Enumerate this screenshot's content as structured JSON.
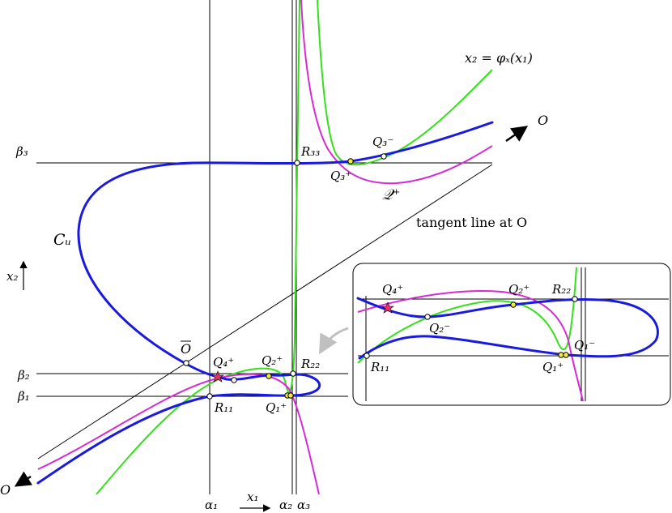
{
  "labels": {
    "curve_phi": "x₂ = φₓ(x₁)",
    "O_top": "O",
    "O_bottom": "O",
    "O_bar": "O",
    "beta1": "β₁",
    "beta2": "β₂",
    "beta3": "β₃",
    "alpha1": "α₁",
    "alpha2": "α₂",
    "alpha3": "α₃",
    "x1_axis": "x₁",
    "x2_axis": "x₂",
    "Cu": "Cᵤ",
    "Qplus_set": "𝒬⁺",
    "tangent": "tangent line at O",
    "R11": "R₁₁",
    "R22": "R₂₂",
    "R33": "R₃₃",
    "Q1p": "Q₁⁺",
    "Q2p": "Q₂⁺",
    "Q3p": "Q₃⁺",
    "Q3m": "Q₃⁻",
    "Q4p": "Q₄⁺",
    "inset_Q4p": "Q₄⁺",
    "inset_Q2p": "Q₂⁺",
    "inset_Q2m": "Q₂⁻",
    "inset_R22": "R₂₂",
    "inset_R11": "R₁₁",
    "inset_Q1p": "Q₁⁺",
    "inset_Q1m": "Q₁⁻"
  },
  "colors": {
    "cu_curve": "#1a1adf",
    "phi_curve": "#33e01a",
    "qplus_curve": "#d62ad6",
    "star": "#e8306a",
    "yellow_point": "#f2e93a",
    "arrow_gray": "#c0c0c0"
  }
}
